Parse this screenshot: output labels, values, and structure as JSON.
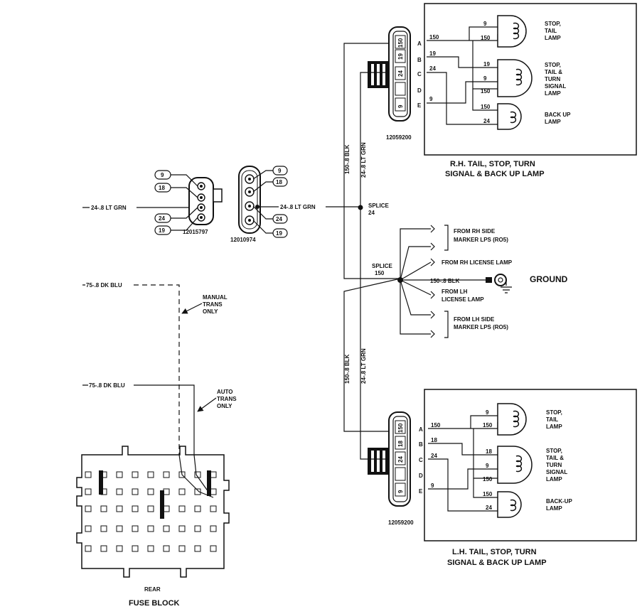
{
  "rh_box": {
    "title_line1": "R.H. TAIL, STOP, TURN",
    "title_line2": "SIGNAL & BACK UP LAMP",
    "connector_part": "12059200",
    "pins": [
      "A",
      "B",
      "C",
      "D",
      "E"
    ],
    "connector_cells": [
      "150",
      "19",
      "24",
      "9"
    ],
    "wires": [
      "150",
      "19",
      "24",
      "9"
    ],
    "lamp_wires": [
      "9",
      "150",
      "19",
      "9",
      "150",
      "150",
      "24"
    ],
    "lamp_stop_tail": [
      "STOP,",
      "TAIL",
      "LAMP"
    ],
    "lamp_turn": [
      "STOP,",
      "TAIL &",
      "TURN",
      "SIGNAL",
      "LAMP"
    ],
    "lamp_backup": [
      "BACK UP",
      "LAMP"
    ]
  },
  "lh_box": {
    "title_line1": "L.H. TAIL, STOP, TURN",
    "title_line2": "SIGNAL & BACK UP LAMP",
    "connector_part": "12059200",
    "pins": [
      "A",
      "B",
      "C",
      "D",
      "E"
    ],
    "connector_cells": [
      "150",
      "18",
      "24",
      "9"
    ],
    "wires": [
      "150",
      "18",
      "24",
      "9"
    ],
    "lamp_wires": [
      "9",
      "150",
      "18",
      "9",
      "150",
      "150",
      "24"
    ],
    "lamp_stop_tail": [
      "STOP,",
      "TAIL",
      "LAMP"
    ],
    "lamp_turn": [
      "STOP,",
      "TAIL &",
      "TURN",
      "SIGNAL",
      "LAMP"
    ],
    "lamp_backup": [
      "BACK-UP",
      "LAMP"
    ]
  },
  "vertical_labels": {
    "upper_blk": "150-.8 BLK",
    "upper_grn": "24-.8 LT GRN",
    "lower_blk": "150-.8 BLK",
    "lower_grn": "24-.8 LT GRN"
  },
  "splice24": [
    "SPLICE",
    "24"
  ],
  "splice150": [
    "SPLICE",
    "150"
  ],
  "left_connector": {
    "part": "12015797",
    "bubbles": [
      "9",
      "18",
      "24",
      "19"
    ],
    "wire": "24-.8 LT GRN"
  },
  "mid_connector": {
    "part": "12010974",
    "bubbles": [
      "9",
      "18",
      "24",
      "19"
    ],
    "wire": "24-.8 LT GRN"
  },
  "splice_branches": {
    "rh_side": [
      "FROM RH SIDE",
      "MARKER LPS (RO5)"
    ],
    "rh_license": "FROM RH LICENSE LAMP",
    "ground_wire": "150-.8 BLK",
    "ground": "GROUND",
    "lh_license": [
      "FROM LH",
      "LICENSE LAMP"
    ],
    "lh_side": [
      "FROM LH SIDE",
      "MARKER LPS (RO5)"
    ]
  },
  "manual": {
    "wire": "75-.8 DK BLU",
    "note": [
      "MANUAL",
      "TRANS",
      "ONLY"
    ]
  },
  "auto": {
    "wire": "75-.8 DK BLU",
    "note": [
      "AUTO",
      "TRANS",
      "ONLY"
    ]
  },
  "fuse_block": {
    "rear": "REAR",
    "title": "FUSE BLOCK"
  }
}
